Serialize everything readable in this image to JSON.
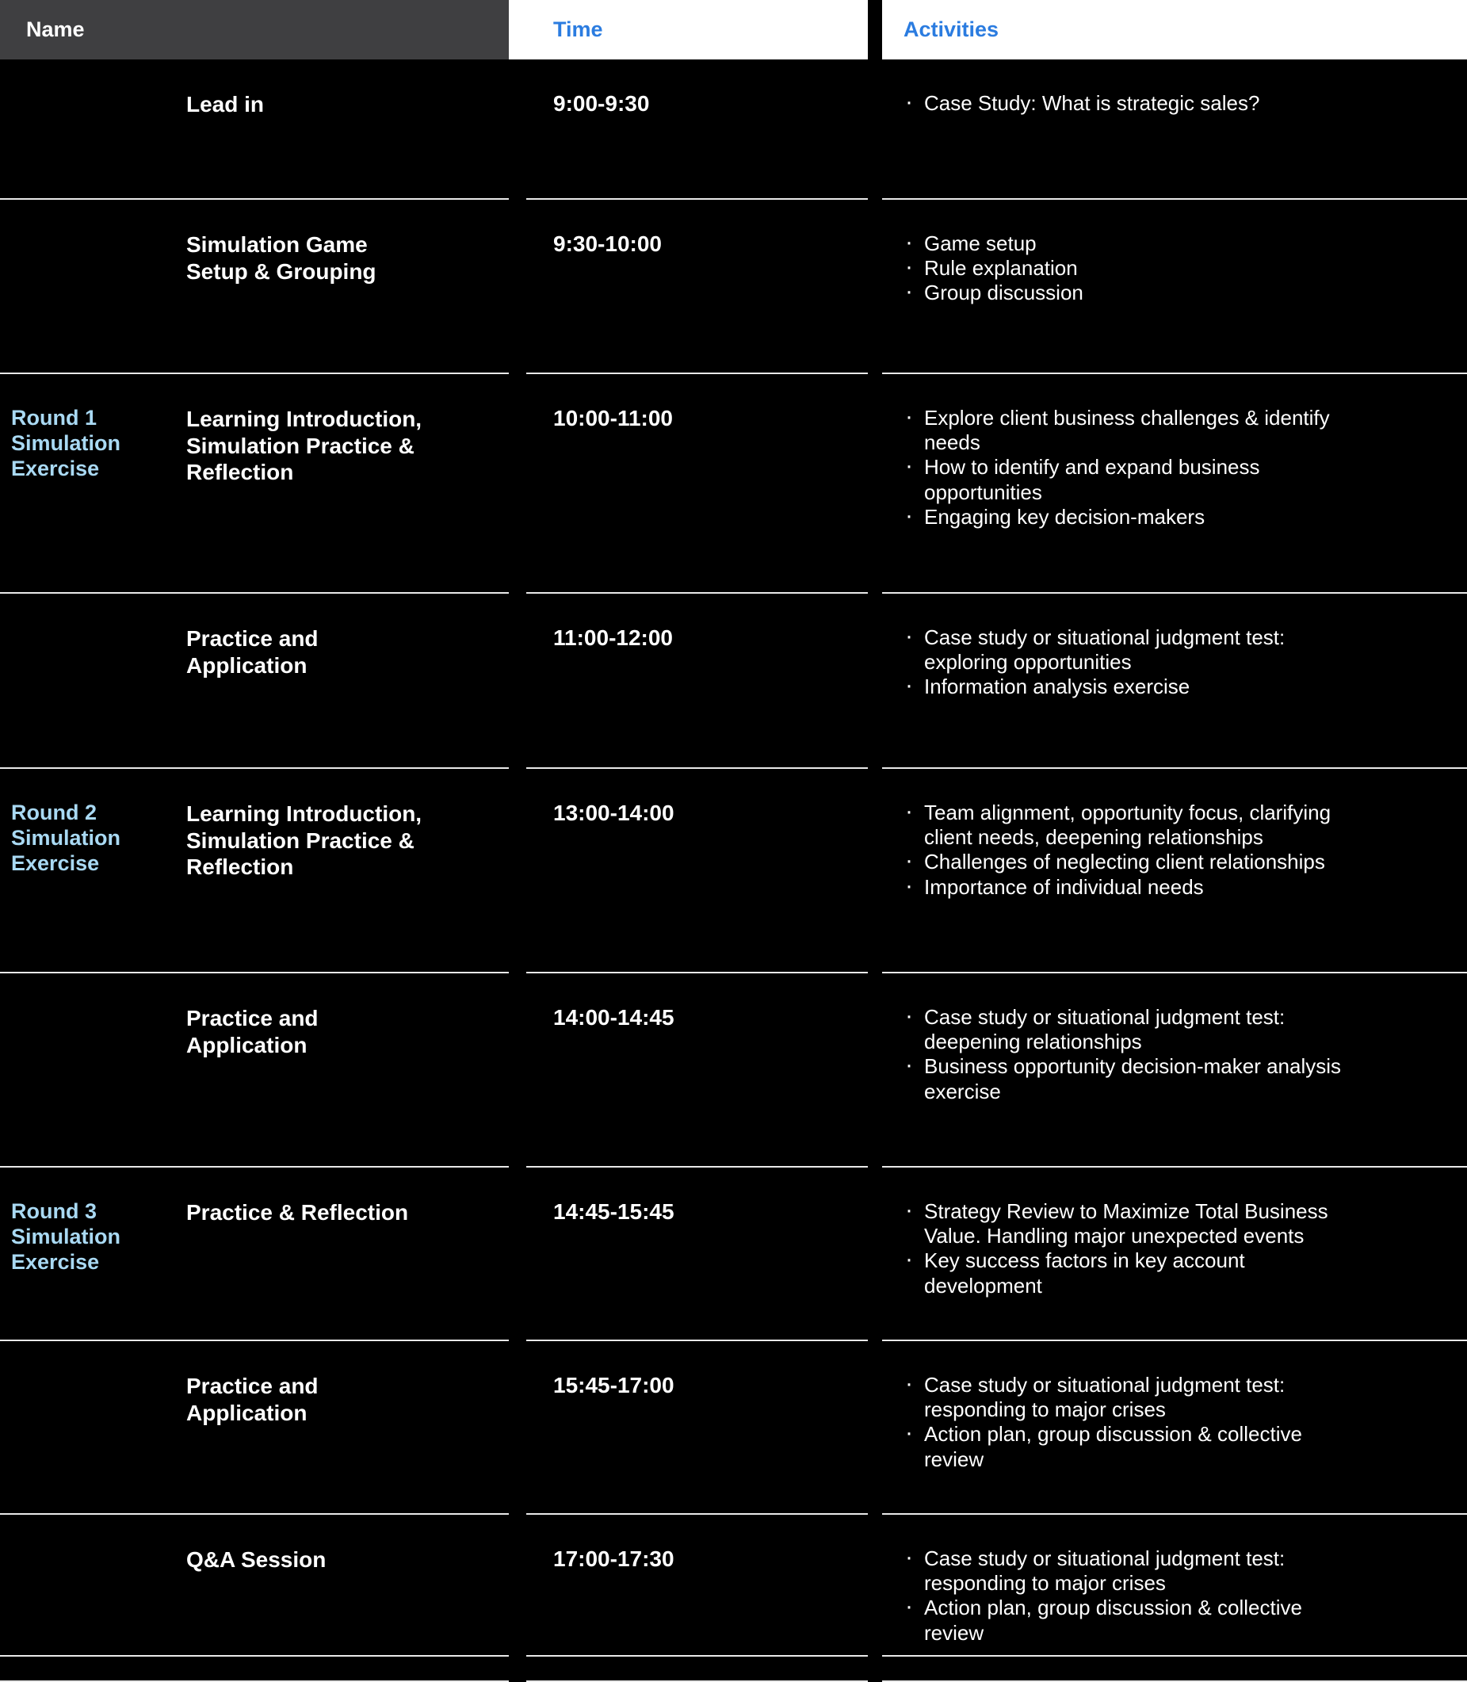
{
  "header": {
    "name_label": "Name",
    "time_label": "Time",
    "activities_label": "Activities"
  },
  "colors": {
    "bg": "#000000",
    "text": "#ffffff",
    "name_header_bg": "#3f3f41",
    "header_blue": "#2b7ce0",
    "round_blue": "#a9d9f3",
    "divider": "#e9e9e9"
  },
  "schedule": {
    "rows": [
      {
        "round": "",
        "session": "Lead in",
        "time": "9:00-9:30",
        "activities": [
          "Case Study: What is strategic sales?"
        ]
      },
      {
        "round": "",
        "session": "Simulation Game\nSetup & Grouping",
        "time": "9:30-10:00",
        "activities": [
          "Game setup",
          "Rule explanation",
          "Group discussion"
        ]
      },
      {
        "round": "Round 1\nSimulation\nExercise",
        "session": "Learning Introduction,\nSimulation Practice &\nReflection",
        "time": "10:00-11:00",
        "activities": [
          "Explore client business challenges & identify\nneeds",
          "How to identify and expand business\nopportunities",
          "Engaging key decision-makers"
        ]
      },
      {
        "round": "",
        "session": "Practice and\nApplication",
        "time": "11:00-12:00",
        "activities": [
          "Case study or situational judgment test:\nexploring opportunities",
          "Information analysis exercise"
        ]
      },
      {
        "round": "Round 2\nSimulation\nExercise",
        "session": "Learning Introduction,\nSimulation Practice &\nReflection",
        "time": "13:00-14:00",
        "activities": [
          "Team alignment, opportunity focus, clarifying\nclient needs, deepening relationships",
          "Challenges of neglecting client relationships",
          "Importance of individual needs"
        ]
      },
      {
        "round": "",
        "session": "Practice and\nApplication",
        "time": "14:00-14:45",
        "activities": [
          "Case study or situational judgment test:\ndeepening relationships",
          "Business opportunity decision-maker analysis\nexercise"
        ]
      },
      {
        "round": "Round 3\nSimulation\nExercise",
        "session": "Practice & Reflection",
        "time": "14:45-15:45",
        "activities": [
          "Strategy Review to Maximize Total Business\nValue. Handling major unexpected events",
          "Key success factors in key account\ndevelopment"
        ]
      },
      {
        "round": "",
        "session": "Practice and\nApplication",
        "time": "15:45-17:00",
        "activities": [
          "Case study or situational judgment test:\nresponding to major crises",
          "Action plan, group discussion & collective\nreview"
        ]
      },
      {
        "round": "",
        "session": "Q&A Session",
        "time": "17:00-17:30",
        "activities": [
          "Case study or situational judgment test:\nresponding to major crises",
          "Action plan, group discussion & collective\nreview"
        ]
      }
    ]
  }
}
